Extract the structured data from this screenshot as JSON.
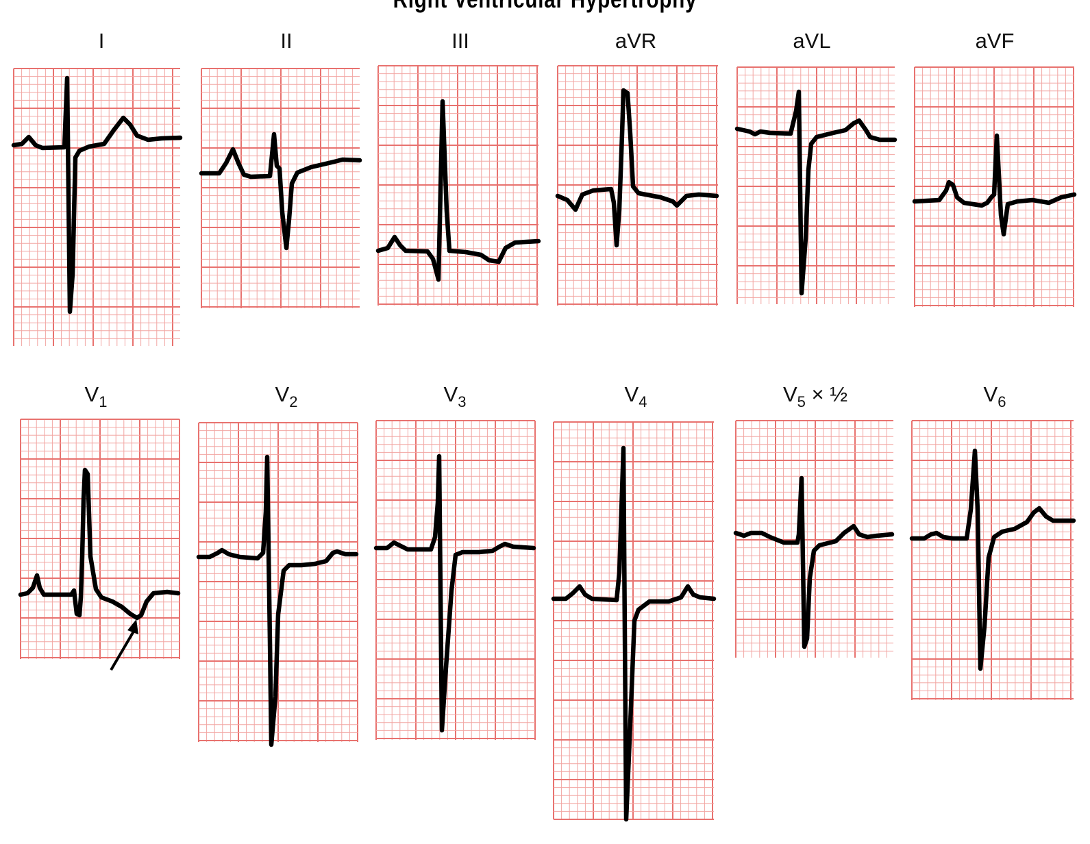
{
  "title": "Right Ventricular Hypertrophy",
  "leads": [
    {
      "id": "I",
      "label": "I",
      "sub": "",
      "suffix": ""
    },
    {
      "id": "II",
      "label": "II",
      "sub": "",
      "suffix": ""
    },
    {
      "id": "III",
      "label": "III",
      "sub": "",
      "suffix": ""
    },
    {
      "id": "aVR",
      "label": "aVR",
      "sub": "",
      "suffix": ""
    },
    {
      "id": "aVL",
      "label": "aVL",
      "sub": "",
      "suffix": ""
    },
    {
      "id": "aVF",
      "label": "aVF",
      "sub": "",
      "suffix": ""
    },
    {
      "id": "V1",
      "label": "V",
      "sub": "1",
      "suffix": ""
    },
    {
      "id": "V2",
      "label": "V",
      "sub": "2",
      "suffix": ""
    },
    {
      "id": "V3",
      "label": "V",
      "sub": "3",
      "suffix": ""
    },
    {
      "id": "V4",
      "label": "V",
      "sub": "4",
      "suffix": ""
    },
    {
      "id": "V5",
      "label": "V",
      "sub": "5",
      "suffix": " × ½"
    },
    {
      "id": "V6",
      "label": "V",
      "sub": "6",
      "suffix": ""
    }
  ],
  "colors": {
    "grid_major": "#e8726f",
    "grid_minor": "#f2a6a2",
    "trace": "#000000"
  }
}
